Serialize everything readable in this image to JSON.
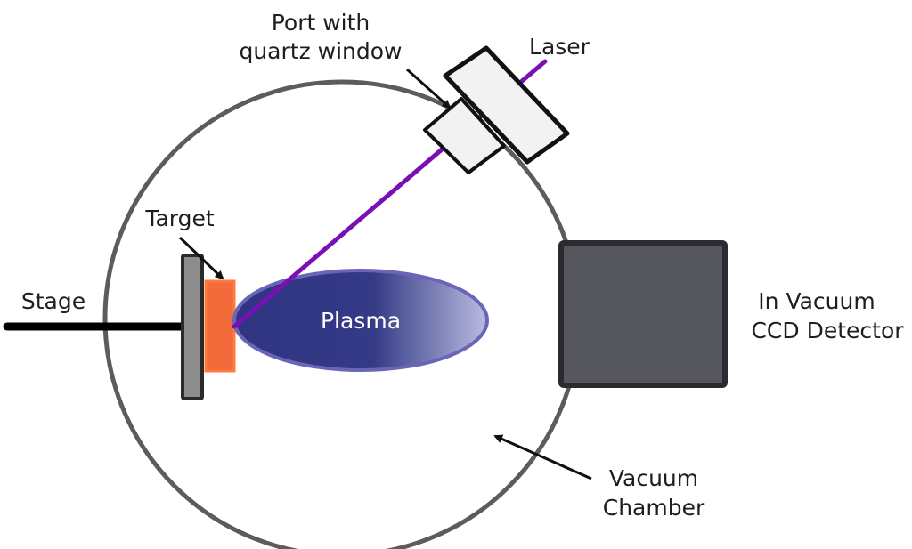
{
  "labels": {
    "port_line1": "Port with",
    "port_line2": "quartz window",
    "laser": "Laser",
    "target": "Target",
    "stage": "Stage",
    "plasma": "Plasma",
    "ccd_line1": "In Vacuum",
    "ccd_line2": "CCD Detector",
    "chamber_line1": "Vacuum",
    "chamber_line2": "Chamber"
  },
  "colors": {
    "laser_beam": "#7a0fb5",
    "target": "#f26b3a",
    "plasma_dark": "#2f3582",
    "plasma_light": "#b9bcdf",
    "chamber_outline": "#5c5c5c",
    "detector_fill": "#55565e",
    "stage_plate": "#8d8d8d"
  }
}
